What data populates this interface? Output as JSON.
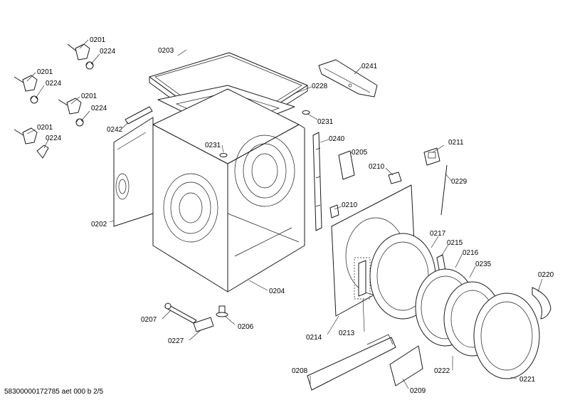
{
  "labels": {
    "l0201a": "0201",
    "l0224a": "0224",
    "l0201b": "0201",
    "l0224b": "0224",
    "l0201c": "0201",
    "l0224c": "0224",
    "l0201d": "0201",
    "l0224d": "0224",
    "l0203": "0203",
    "l0241": "0241",
    "l0228": "0228",
    "l0242": "0242",
    "l0231a": "0231",
    "l0231b": "0231",
    "l0240": "0240",
    "l0205": "0205",
    "l0210a": "0210",
    "l0210b": "0210",
    "l0211": "0211",
    "l0229": "0229",
    "l0202": "0202",
    "l0204": "0204",
    "l0217": "0217",
    "l0215": "0215",
    "l0216": "0216",
    "l0235": "0235",
    "l0220": "0220",
    "l0207": "0207",
    "l0206": "0206",
    "l0227": "0227",
    "l0214": "0214",
    "l0213": "0213",
    "l0208": "0208",
    "l0209": "0209",
    "l0222": "0222",
    "l0221": "0221"
  },
  "footer": "58300000172785 aet 000 b 2/5"
}
